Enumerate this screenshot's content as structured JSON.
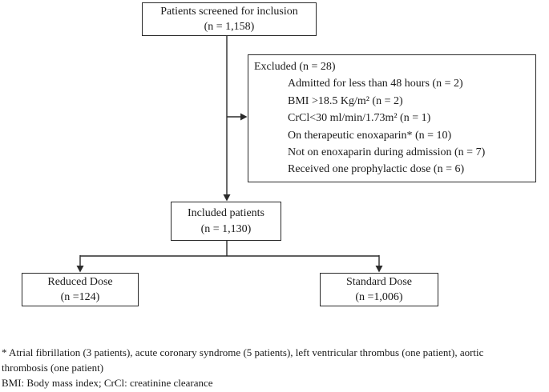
{
  "flowchart": {
    "screened": {
      "line1": "Patients screened for inclusion",
      "line2": "(n = 1,158)"
    },
    "excluded": {
      "header": "Excluded (n = 28)",
      "items": [
        "Admitted for less than 48 hours (n = 2)",
        "BMI >18.5 Kg/m² (n = 2)",
        "CrCl<30 ml/min/1.73m² (n = 1)",
        "On therapeutic enoxaparin* (n = 10)",
        "Not on enoxaparin during admission (n = 7)",
        "Received one prophylactic dose (n = 6)"
      ]
    },
    "included": {
      "line1": "Included patients",
      "line2": "(n = 1,130)"
    },
    "reduced": {
      "line1": "Reduced Dose",
      "line2": "(n =124)"
    },
    "standard": {
      "line1": "Standard Dose",
      "line2": "(n =1,006)"
    }
  },
  "footnotes": {
    "asterisk_line1": "* Atrial fibrillation (3 patients), acute coronary syndrome (5 patients), left ventricular thrombus (one patient), aortic",
    "asterisk_line2": "thrombosis (one patient)",
    "abbreviations": "BMI: Body mass index; CrCl: creatinine clearance"
  },
  "colors": {
    "background": "#ffffff",
    "text": "#1a1a1a",
    "line": "#2b2b2b"
  }
}
